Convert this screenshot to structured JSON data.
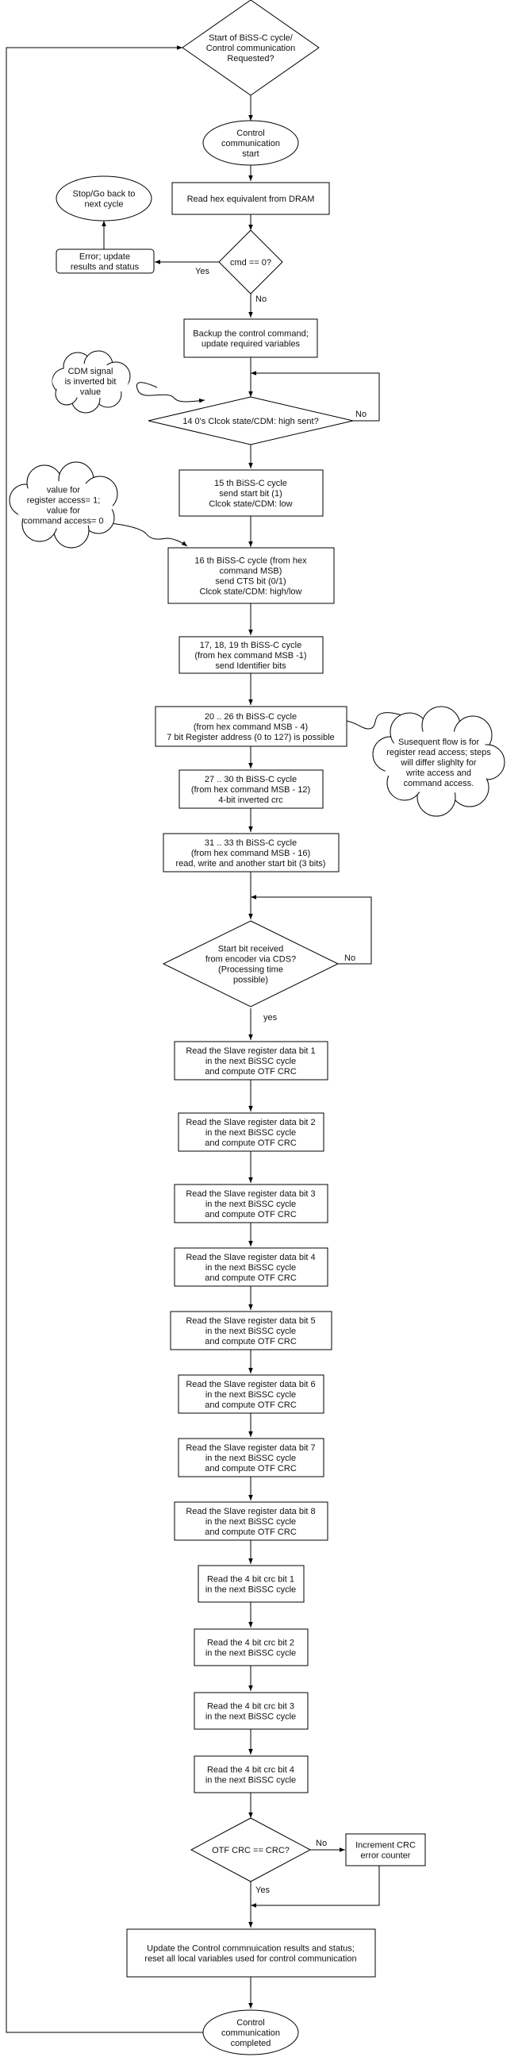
{
  "nodes": {
    "start": [
      "Start of BiSS-C cycle/",
      "Control communication",
      "Requested?"
    ],
    "ctrl_start": [
      "Control",
      "communication",
      "start"
    ],
    "read_hex": [
      "Read hex equivalent from DRAM"
    ],
    "stop": [
      "Stop/Go back to",
      "next cycle"
    ],
    "error": [
      "Error; update",
      "results and status"
    ],
    "cmd_zero": [
      "cmd == 0?"
    ],
    "backup": [
      "Backup the control command;",
      "update required variables"
    ],
    "cdm_note": [
      "CDM signal",
      "is inverted bit",
      "value"
    ],
    "zeros": [
      "14 0's Clcok state/CDM: high sent?"
    ],
    "cycle15": [
      "15 th BiSS-C cycle",
      "send start bit (1)",
      "Clcok state/CDM: low"
    ],
    "value_note": [
      "value for",
      "register access= 1;",
      "value for",
      "command access= 0"
    ],
    "cycle16": [
      "16 th BiSS-C cycle (from hex",
      "command MSB)",
      "send CTS bit (0/1)",
      "Clcok state/CDM: high/low"
    ],
    "cycle17": [
      "17, 18, 19 th BiSS-C cycle",
      "(from hex command MSB -1)",
      "send Identifier bits"
    ],
    "cycle20": [
      "20 .. 26 th BiSS-C cycle",
      "(from hex command MSB - 4)",
      "7 bit Register address (0 to 127) is possible"
    ],
    "flow_note": [
      "Susequent flow is for",
      "register read access; steps",
      "will differ slighlty for",
      "write access and",
      "command access."
    ],
    "cycle27": [
      "27 .. 30 th BiSS-C cycle",
      "(from hex command MSB - 12)",
      "4-bit inverted crc"
    ],
    "cycle31": [
      "31 .. 33 th BiSS-C cycle",
      "(from hex command MSB - 16)",
      "read, write and another start bit (3 bits)"
    ],
    "startbit": [
      "Start bit received",
      "from encoder via CDS?",
      "(Processing time",
      "possible)"
    ],
    "data_bits": [
      [
        "Read the Slave register data bit 1",
        "in the next BiSSC cycle",
        "and compute OTF CRC"
      ],
      [
        "Read the Slave register data bit 2",
        "in the next BiSSC cycle",
        "and compute OTF CRC"
      ],
      [
        "Read the Slave register data bit 3",
        "in the next BiSSC cycle",
        "and compute OTF CRC"
      ],
      [
        "Read the Slave register data bit 4",
        "in the next BiSSC cycle",
        "and compute OTF CRC"
      ],
      [
        "Read the Slave register data bit 5",
        "in the next BiSSC cycle",
        "and compute OTF CRC"
      ],
      [
        "Read the Slave register data bit 6",
        "in the next BiSSC cycle",
        "and compute OTF CRC"
      ],
      [
        "Read the Slave register data bit 7",
        "in the next BiSSC cycle",
        "and compute OTF CRC"
      ],
      [
        "Read the Slave register data bit 8",
        "in the next BiSSC cycle",
        "and compute OTF CRC"
      ]
    ],
    "crc_bits": [
      [
        "Read the 4 bit crc bit 1",
        "in the next BiSSC cycle"
      ],
      [
        "Read the 4 bit crc bit 2",
        "in the next BiSSC cycle"
      ],
      [
        "Read the 4 bit crc bit 3",
        "in the next BiSSC cycle"
      ],
      [
        "Read the 4 bit crc bit 4",
        "in the next BiSSC cycle"
      ]
    ],
    "otf": [
      "OTF CRC == CRC?"
    ],
    "increment": [
      "Increment CRC",
      "error counter"
    ],
    "update": [
      "Update the Control commnuication results and status;",
      "reset all local variables used for control communication"
    ],
    "completed": [
      "Control",
      "communication",
      "completed"
    ]
  },
  "edge_labels": {
    "yes_cmd": "Yes",
    "no_cmd": "No",
    "no_zeros": "No",
    "no_start": "No",
    "yes_start": "yes",
    "no_otf": "No",
    "yes_otf": "Yes"
  }
}
